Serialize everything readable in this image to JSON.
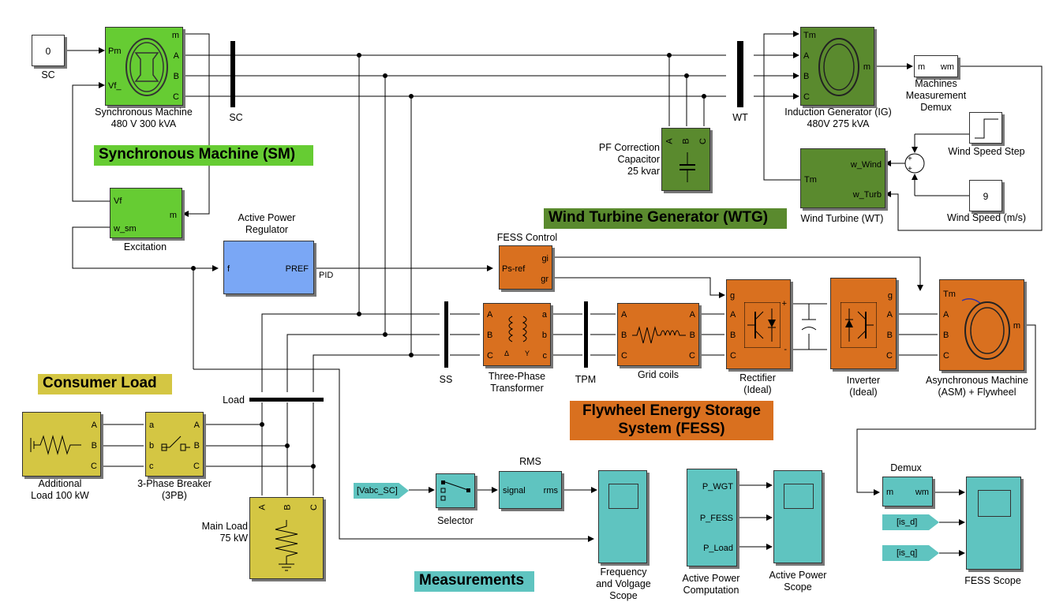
{
  "sections": {
    "sm": "Synchronous Machine (SM)",
    "wtg": "Wind Turbine Generator (WTG)",
    "consumer": "Consumer Load",
    "fess_line1": "Flywheel Energy Storage",
    "fess_line2": "System (FESS)",
    "measurements": "Measurements"
  },
  "blocks": {
    "sc_const": {
      "value": "0",
      "label": "SC"
    },
    "sync_machine": {
      "ports_in": [
        "Pm",
        "Vf_"
      ],
      "ports_out": [
        "m",
        "A",
        "B",
        "C"
      ],
      "label_line1": "Synchronous Machine",
      "label_line2": "480 V 300 kVA"
    },
    "sc_breaker": {
      "label": "SC"
    },
    "excitation": {
      "ports_in": [
        "Vf",
        "w_sm"
      ],
      "ports_out": [
        "m"
      ],
      "label": "Excitation"
    },
    "active_power_regulator": {
      "label_line1": "Active Power",
      "label_line2": "Regulator",
      "port_in": "f",
      "port_out": "PREF",
      "out_label": "PID"
    },
    "fess_control": {
      "label": "FESS Control",
      "port_in": "Ps-ref",
      "ports_out": [
        "gi",
        "gr"
      ]
    },
    "pf_capacitor": {
      "ports": [
        "A",
        "B",
        "C"
      ],
      "label_line1": "PF Correction",
      "label_line2": "Capacitor",
      "label_line3": "25 kvar"
    },
    "wt_bus": {
      "label": "WT"
    },
    "induction_generator": {
      "ports_in": [
        "Tm",
        "A",
        "B",
        "C"
      ],
      "port_out": "m",
      "label_line1": "Induction Generator (IG)",
      "label_line2": "480V 275 kVA"
    },
    "machines_demux": {
      "ports": [
        "m",
        "wm"
      ],
      "label_line1": "Machines",
      "label_line2": "Measurement",
      "label_line3": "Demux"
    },
    "wind_speed_step": {
      "label": "Wind Speed Step"
    },
    "wind_speed": {
      "value": "9",
      "label": "Wind Speed (m/s)"
    },
    "wind_turbine": {
      "port_in": "Tm",
      "ports_out": [
        "w_Wind",
        "w_Turb"
      ],
      "label": "Wind Turbine (WT)"
    },
    "ss_bus": {
      "label": "SS"
    },
    "transformer": {
      "ports_in": [
        "A",
        "B",
        "C"
      ],
      "ports_out": [
        "a",
        "b",
        "c"
      ],
      "label_line1": "Three-Phase",
      "label_line2": "Transformer"
    },
    "tpm_bus": {
      "label": "TPM"
    },
    "grid_coils": {
      "ports_in": [
        "A",
        "B",
        "C"
      ],
      "ports_out": [
        "A",
        "B",
        "C"
      ],
      "label": "Grid coils"
    },
    "rectifier": {
      "ports_in": [
        "g",
        "A",
        "B",
        "C"
      ],
      "label_line1": "Rectifier",
      "label_line2": "(Ideal)"
    },
    "inverter": {
      "ports_in": [
        "g"
      ],
      "ports_out": [
        "A",
        "B",
        "C"
      ],
      "label_line1": "Inverter",
      "label_line2": "(Ideal)"
    },
    "asm": {
      "ports_in": [
        "Tm",
        "A",
        "B",
        "C"
      ],
      "port_out": "m",
      "label_line1": "Asynchronous Machine",
      "label_line2": "(ASM)  + Flywheel"
    },
    "load_bus": {
      "label": "Load"
    },
    "additional_load": {
      "ports": [
        "A",
        "B",
        "C"
      ],
      "label_line1": "Additional",
      "label_line2": "Load 100 kW"
    },
    "breaker_3pb": {
      "ports_in": [
        "a",
        "b",
        "c"
      ],
      "ports_out": [
        "A",
        "B",
        "C"
      ],
      "label_line1": "3-Phase Breaker",
      "label_line2": "(3PB)"
    },
    "main_load": {
      "ports": [
        "A",
        "B",
        "C"
      ],
      "label_line1": "Main Load",
      "label_line2": "75 kW"
    },
    "vabc_goto": {
      "label": "[Vabc_SC]"
    },
    "selector": {
      "label": "Selector"
    },
    "rms": {
      "label": "RMS",
      "port_in": "signal",
      "port_out": "rms"
    },
    "freq_scope": {
      "label_line1": "Frequency",
      "label_line2": "and Volgage",
      "label_line3": "Scope"
    },
    "active_power_computation": {
      "ports_out": [
        "P_WGT",
        "P_FESS",
        "P_Load"
      ],
      "label_line1": "Active Power",
      "label_line2": "Computation"
    },
    "active_power_scope": {
      "label_line1": "Active Power",
      "label_line2": "Scope"
    },
    "demux": {
      "label": "Demux",
      "ports": [
        "m",
        "wm"
      ]
    },
    "is_d": {
      "label": "[is_d]"
    },
    "is_q": {
      "label": "[is_q]"
    },
    "fess_scope": {
      "label": "FESS Scope"
    }
  }
}
